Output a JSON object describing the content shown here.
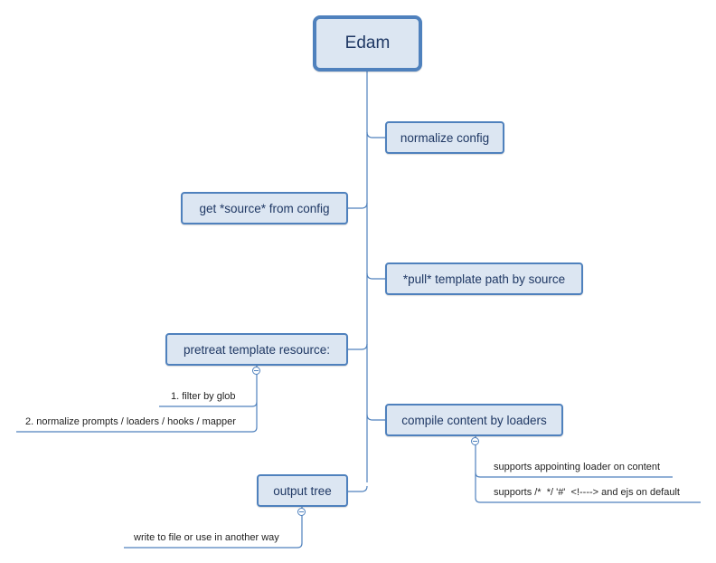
{
  "root": {
    "title": "Edam"
  },
  "topics": [
    {
      "label": "normalize config"
    },
    {
      "label": "get *source* from config"
    },
    {
      "label": "*pull* template path by source"
    },
    {
      "label": "pretreat template resource:"
    },
    {
      "label": "compile content by loaders"
    },
    {
      "label": "output tree"
    }
  ],
  "subtopics": {
    "pretreat": [
      "1. filter by glob",
      "2. normalize prompts / loaders / hooks / mapper"
    ],
    "compile": [
      "supports appointing loader on content",
      "supports /*  */ '#'  <!----> and ejs on default"
    ],
    "output": [
      "write to file or use in another way"
    ]
  },
  "colors": {
    "line": "#4f81bd",
    "node_fill": "#dce6f2",
    "node_border": "#4f81bd",
    "text": "#1f3864"
  }
}
